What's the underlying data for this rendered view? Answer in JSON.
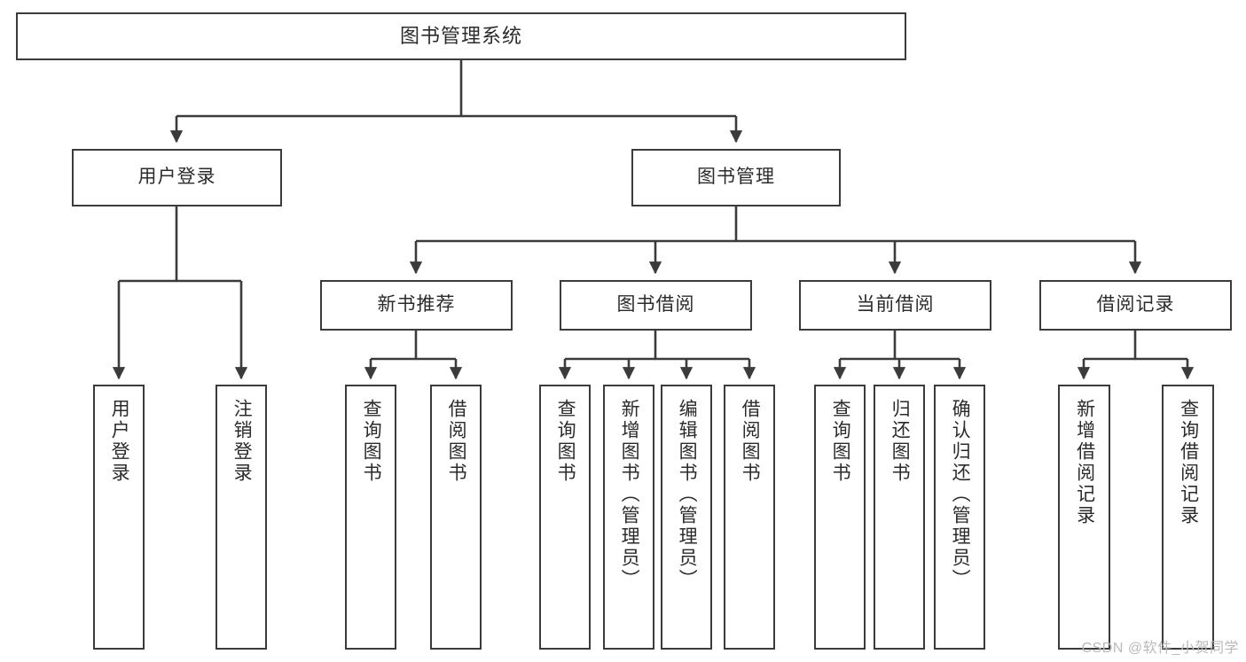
{
  "diagram": {
    "type": "tree-hierarchy",
    "title": "图书管理系统",
    "watermark": "CSDN @软件_小贺同学",
    "colors": {
      "box_border": "#3b3b3b",
      "box_fill": "#ffffff",
      "connector": "#3b3b3b",
      "text": "#2b2b2b",
      "watermark": "#b9b9b9",
      "background": "#ffffff"
    },
    "levels": {
      "root": {
        "label": "图书管理系统"
      },
      "level2": [
        {
          "id": "user-login",
          "label": "用户登录"
        },
        {
          "id": "book-management",
          "label": "图书管理"
        }
      ],
      "level3": [
        {
          "id": "new-book-recommend",
          "label": "新书推荐",
          "parent": "book-management"
        },
        {
          "id": "book-borrow",
          "label": "图书借阅",
          "parent": "book-management"
        },
        {
          "id": "current-borrow",
          "label": "当前借阅",
          "parent": "book-management"
        },
        {
          "id": "borrow-record",
          "label": "借阅记录",
          "parent": "book-management"
        }
      ],
      "leaves": [
        {
          "id": "leaf-user-login",
          "label": "用户登录",
          "parent": "user-login"
        },
        {
          "id": "leaf-logout-login",
          "label": "注销登录",
          "parent": "user-login"
        },
        {
          "id": "leaf-query-book-1",
          "label": "查询图书",
          "parent": "new-book-recommend"
        },
        {
          "id": "leaf-borrow-book-1",
          "label": "借阅图书",
          "parent": "new-book-recommend"
        },
        {
          "id": "leaf-query-book-2",
          "label": "查询图书",
          "parent": "book-borrow"
        },
        {
          "id": "leaf-add-book",
          "label": "新增图书（管理员）",
          "parent": "book-borrow"
        },
        {
          "id": "leaf-edit-book",
          "label": "编辑图书（管理员）",
          "parent": "book-borrow"
        },
        {
          "id": "leaf-borrow-book-2",
          "label": "借阅图书",
          "parent": "book-borrow"
        },
        {
          "id": "leaf-query-book-3",
          "label": "查询图书",
          "parent": "current-borrow"
        },
        {
          "id": "leaf-return-book",
          "label": "归还图书",
          "parent": "current-borrow"
        },
        {
          "id": "leaf-confirm-return",
          "label": "确认归还（管理员）",
          "parent": "current-borrow"
        },
        {
          "id": "leaf-add-record",
          "label": "新增借阅记录",
          "parent": "borrow-record"
        },
        {
          "id": "leaf-query-record",
          "label": "查询借阅记录",
          "parent": "borrow-record"
        }
      ]
    }
  }
}
